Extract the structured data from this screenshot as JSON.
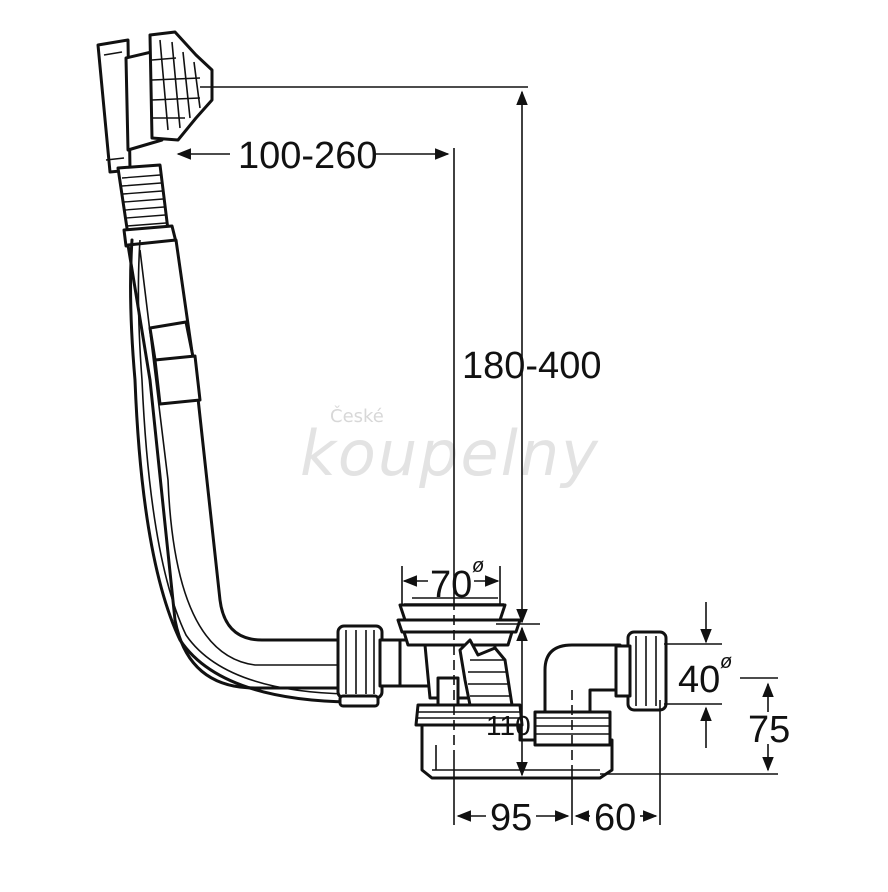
{
  "dimensions": {
    "horizontal_top": "100-260",
    "vertical_height": "180-400",
    "outlet_diameter": "70",
    "outlet_diameter_symbol": "ø",
    "pipe_diameter": "40",
    "pipe_diameter_symbol": "ø",
    "trap_depth": "110",
    "pipe_height": "75",
    "offset_left": "95",
    "offset_right": "60"
  },
  "watermark": {
    "line1": "České",
    "line2": "koupelny"
  }
}
